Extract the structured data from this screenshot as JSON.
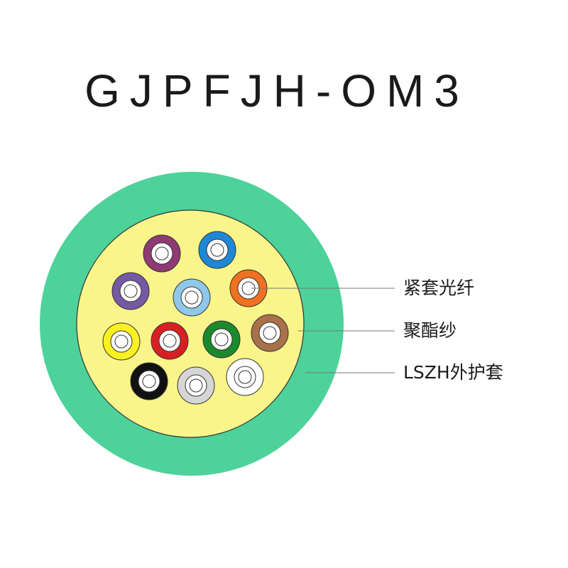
{
  "title": "GJPFJH-OM3",
  "colors": {
    "jacket": "#4dd29a",
    "yarn": "#faf58a",
    "outline": "#333333",
    "leader_line": "#777777"
  },
  "fibers": [
    {
      "color": "#8e3a73",
      "color_name": "purple"
    },
    {
      "color": "#1e88d6",
      "color_name": "blue"
    },
    {
      "color": "#7559a4",
      "color_name": "violet"
    },
    {
      "color": "#8fc8ea",
      "color_name": "aqua"
    },
    {
      "color": "#ef7121",
      "color_name": "orange"
    },
    {
      "color": "#fbf021",
      "color_name": "yellow"
    },
    {
      "color": "#d72023",
      "color_name": "red"
    },
    {
      "color": "#1a8a2d",
      "color_name": "green"
    },
    {
      "color": "#a8714a",
      "color_name": "brown"
    },
    {
      "color": "#111111",
      "color_name": "black"
    },
    {
      "color": "#d6d6d6",
      "color_name": "slate"
    },
    {
      "color": "#ffffff",
      "color_name": "white"
    }
  ],
  "labels": {
    "tight_buffer": "紧套光纤",
    "aramid_yarn": "聚酯纱",
    "lszh_jacket": "LSZH外护套"
  }
}
